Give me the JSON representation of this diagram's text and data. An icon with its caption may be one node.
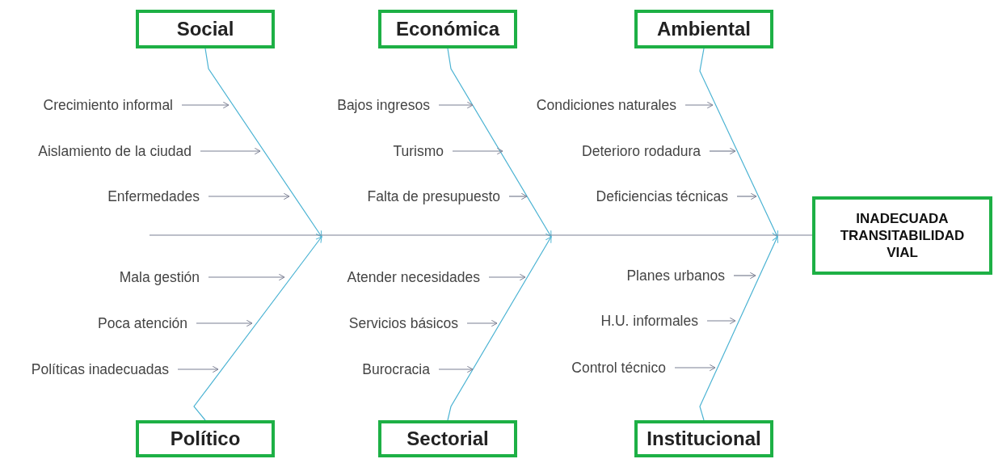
{
  "diagram": {
    "nodes": [
      {
        "text": [
          "Social"
        ]
      },
      {
        "text": [
          "Económica"
        ]
      },
      {
        "text": [
          "Ambiental"
        ]
      },
      {
        "text": [
          "Crecimiento informal"
        ]
      },
      {
        "text": [
          "Bajos ingresos"
        ]
      },
      {
        "text": [
          "Condiciones naturales"
        ]
      },
      {
        "text": [
          "Aislamiento de la ciudad"
        ]
      },
      {
        "text": [
          "Turismo"
        ]
      },
      {
        "text": [
          "Deterioro rodadura"
        ]
      },
      {
        "text": [
          "Enfermedades"
        ]
      },
      {
        "text": [
          "Falta de presupuesto"
        ]
      },
      {
        "text": [
          "Deficiencias técnicas"
        ]
      },
      {
        "text": [
          "INADECUADA TRANSITABILIDAD VIAL"
        ]
      },
      {
        "text": [
          "Mala gestión"
        ]
      },
      {
        "text": [
          "Atender necesidades"
        ]
      },
      {
        "text": [
          "Planes urbanos"
        ]
      },
      {
        "text": [
          "Poca atención"
        ]
      },
      {
        "text": [
          "Servicios básicos"
        ]
      },
      {
        "text": [
          "H.U. informales"
        ]
      },
      {
        "text": [
          "Políticas inadecuadas"
        ]
      },
      {
        "text": [
          "Burocracia"
        ]
      },
      {
        "text": [
          "Control técnico"
        ]
      },
      {
        "text": [
          "Político"
        ]
      },
      {
        "text": [
          "Sectorial"
        ]
      },
      {
        "text": [
          "Institucional"
        ]
      }
    ],
    "edges": [
      {
        "from": 0,
        "to": null,
        "arrow": "to",
        "color": "#4bb3d3"
      },
      {
        "from": 1,
        "to": null,
        "arrow": "to",
        "color": "#4bb3d3"
      },
      {
        "from": 2,
        "to": null,
        "arrow": "to",
        "color": "#4bb3d3"
      },
      {
        "from": 22,
        "to": null,
        "arrow": "to",
        "color": "#4bb3d3"
      },
      {
        "from": 23,
        "to": null,
        "arrow": "to",
        "color": "#4bb3d3"
      },
      {
        "from": 24,
        "to": null,
        "arrow": "to",
        "color": "#4bb3d3"
      },
      {
        "from": null,
        "to": 12,
        "arrow": "none"
      },
      {
        "from": 3,
        "to": null,
        "arrow": "to"
      },
      {
        "from": 4,
        "to": null,
        "arrow": "to"
      },
      {
        "from": 5,
        "to": null,
        "arrow": "to"
      },
      {
        "from": 6,
        "to": null,
        "arrow": "to"
      },
      {
        "from": 7,
        "to": null,
        "arrow": "to"
      },
      {
        "from": 8,
        "to": null,
        "arrow": "to"
      },
      {
        "from": 9,
        "to": null,
        "arrow": "to"
      },
      {
        "from": 10,
        "to": null,
        "arrow": "to"
      },
      {
        "from": 11,
        "to": null,
        "arrow": "to"
      },
      {
        "from": 13,
        "to": null,
        "arrow": "to"
      },
      {
        "from": 14,
        "to": null,
        "arrow": "to"
      },
      {
        "from": 15,
        "to": null,
        "arrow": "to"
      },
      {
        "from": 16,
        "to": null,
        "arrow": "to"
      },
      {
        "from": 17,
        "to": null,
        "arrow": "to"
      },
      {
        "from": 18,
        "to": null,
        "arrow": "to"
      },
      {
        "from": 19,
        "to": null,
        "arrow": "to"
      },
      {
        "from": 20,
        "to": null,
        "arrow": "to"
      },
      {
        "from": 21,
        "to": null,
        "arrow": "to"
      }
    ]
  }
}
